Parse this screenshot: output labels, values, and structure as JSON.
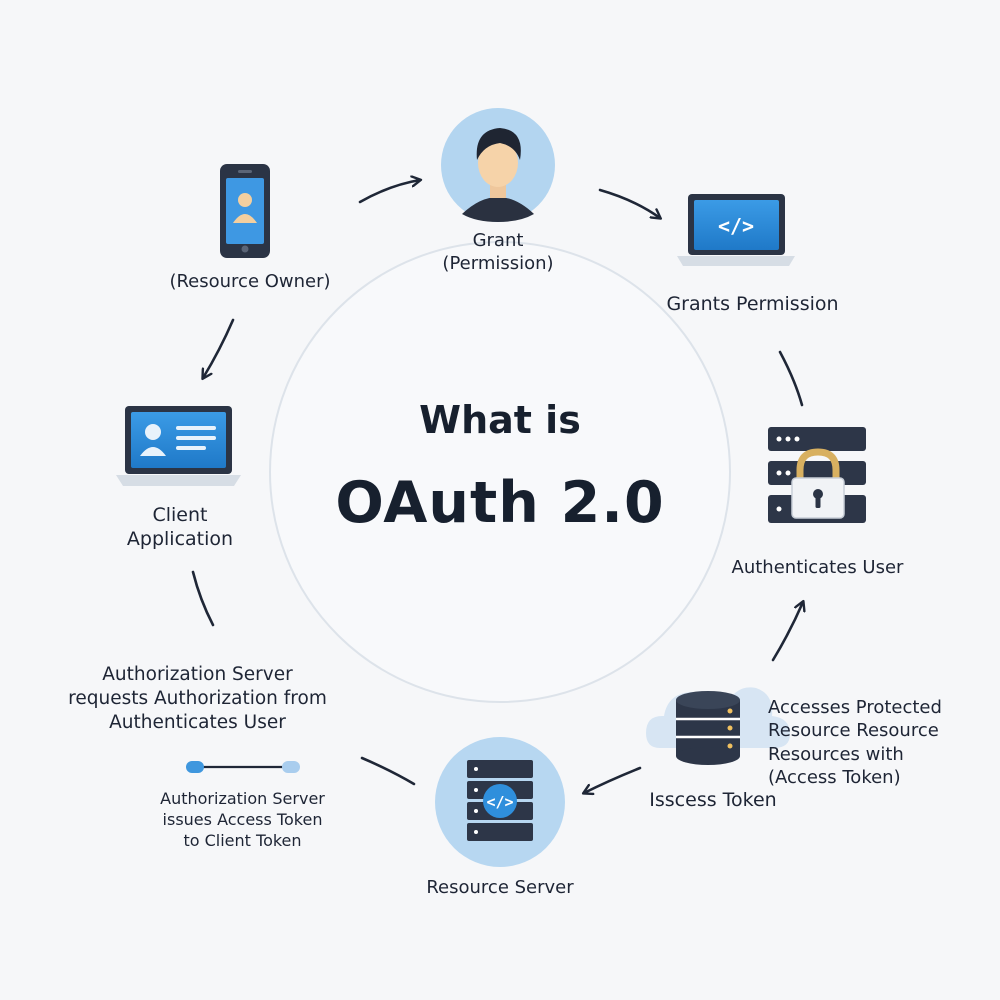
{
  "title": {
    "line1": "What is",
    "line2": "OAuth 2.0"
  },
  "nodes": {
    "resource_owner": {
      "label": "(Resource Owner)"
    },
    "grant": {
      "line1": "Grant",
      "line2": "(Permission)"
    },
    "grants_permission": {
      "label": "Grants Permission"
    },
    "client_application": {
      "line1": "Client",
      "line2": "Application"
    },
    "authenticates_user": {
      "label": "Authenticates User"
    },
    "auth_request": {
      "line1": "Authorization Server",
      "line2": "requests Authorization from",
      "line3": "Authenticates User"
    },
    "auth_issue": {
      "line1": "Authorization Server",
      "line2": "issues Access Token",
      "line3": "to Client Token"
    },
    "access_token": {
      "label": "Isscess Token"
    },
    "protected_resource": {
      "line1": "Accesses Protected",
      "line2": "Resource Resource",
      "line3": "Resources with",
      "line4": "(Access Token)"
    },
    "resource_server": {
      "label": "Resource Server"
    }
  },
  "icons": {
    "phone": "smartphone-user-icon",
    "person": "person-avatar-icon",
    "laptop_code": "laptop-code-icon",
    "laptop_profile": "laptop-profile-icon",
    "server_lock": "server-lock-icon",
    "database_cloud": "database-cloud-icon",
    "server_code": "server-code-icon",
    "token_link": "token-link-icon"
  },
  "colors": {
    "background": "#f6f7f9",
    "ink": "#1d2433",
    "accent_blue": "#2f8fdc",
    "light_blue": "#bcd9f1",
    "dark_navy": "#2b3445",
    "gold": "#d8b060"
  }
}
